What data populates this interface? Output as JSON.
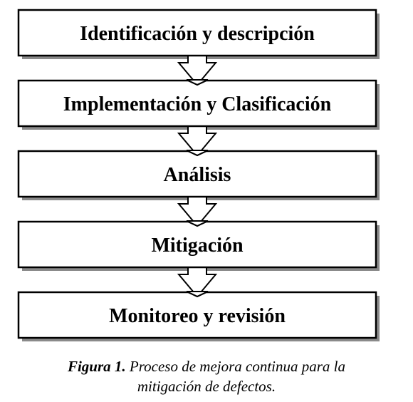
{
  "diagram": {
    "steps": [
      {
        "label": "Identificación y descripción"
      },
      {
        "label": "Implementación y Clasificación"
      },
      {
        "label": "Análisis"
      },
      {
        "label": "Mitigación"
      },
      {
        "label": "Monitoreo y revisión"
      }
    ]
  },
  "caption": {
    "figure_label": "Figura 1.",
    "line1": "Proceso de mejora continua para la",
    "line2": "mitigación de defectos."
  },
  "colors": {
    "box_fill": "#ffffff",
    "box_stroke": "#000000",
    "shadow": "#8a8a8a",
    "text": "#000000"
  }
}
